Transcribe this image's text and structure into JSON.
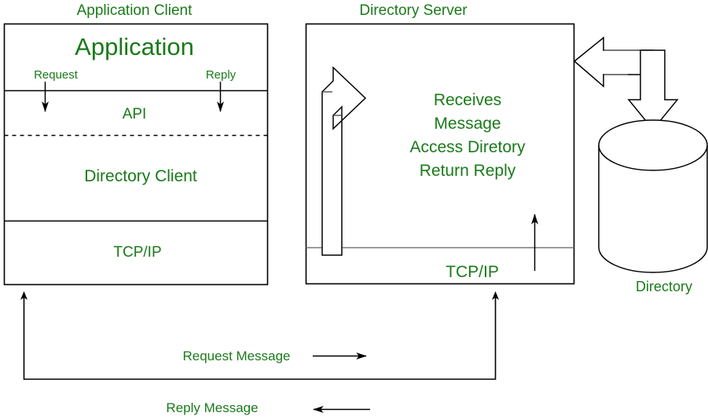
{
  "diagram": {
    "title_client": "Application Client",
    "title_server": "Directory Server",
    "client_stack": {
      "application": "Application",
      "request_label": "Request",
      "reply_label": "Reply",
      "api": "API",
      "directory_client": "Directory Client",
      "tcpip": "TCP/IP"
    },
    "server_stack": {
      "process_line_1": "Receives",
      "process_line_2": "Message",
      "process_line_3": "Access Diretory",
      "process_line_4": "Return Reply",
      "tcpip": "TCP/IP"
    },
    "storage": {
      "label": "Directory"
    },
    "messages": {
      "request": "Request Message",
      "reply": "Reply Message"
    },
    "colors": {
      "text_green": "#1a7a1a",
      "stroke_black": "#000000",
      "stroke_gray": "#666666",
      "background": "#ffffff"
    },
    "icons": {
      "block_arrow_right": "block-arrow-right-icon",
      "block_arrow_left": "block-arrow-left-icon",
      "block_arrow_down": "block-arrow-down-icon",
      "cylinder": "database-cylinder-icon"
    }
  }
}
